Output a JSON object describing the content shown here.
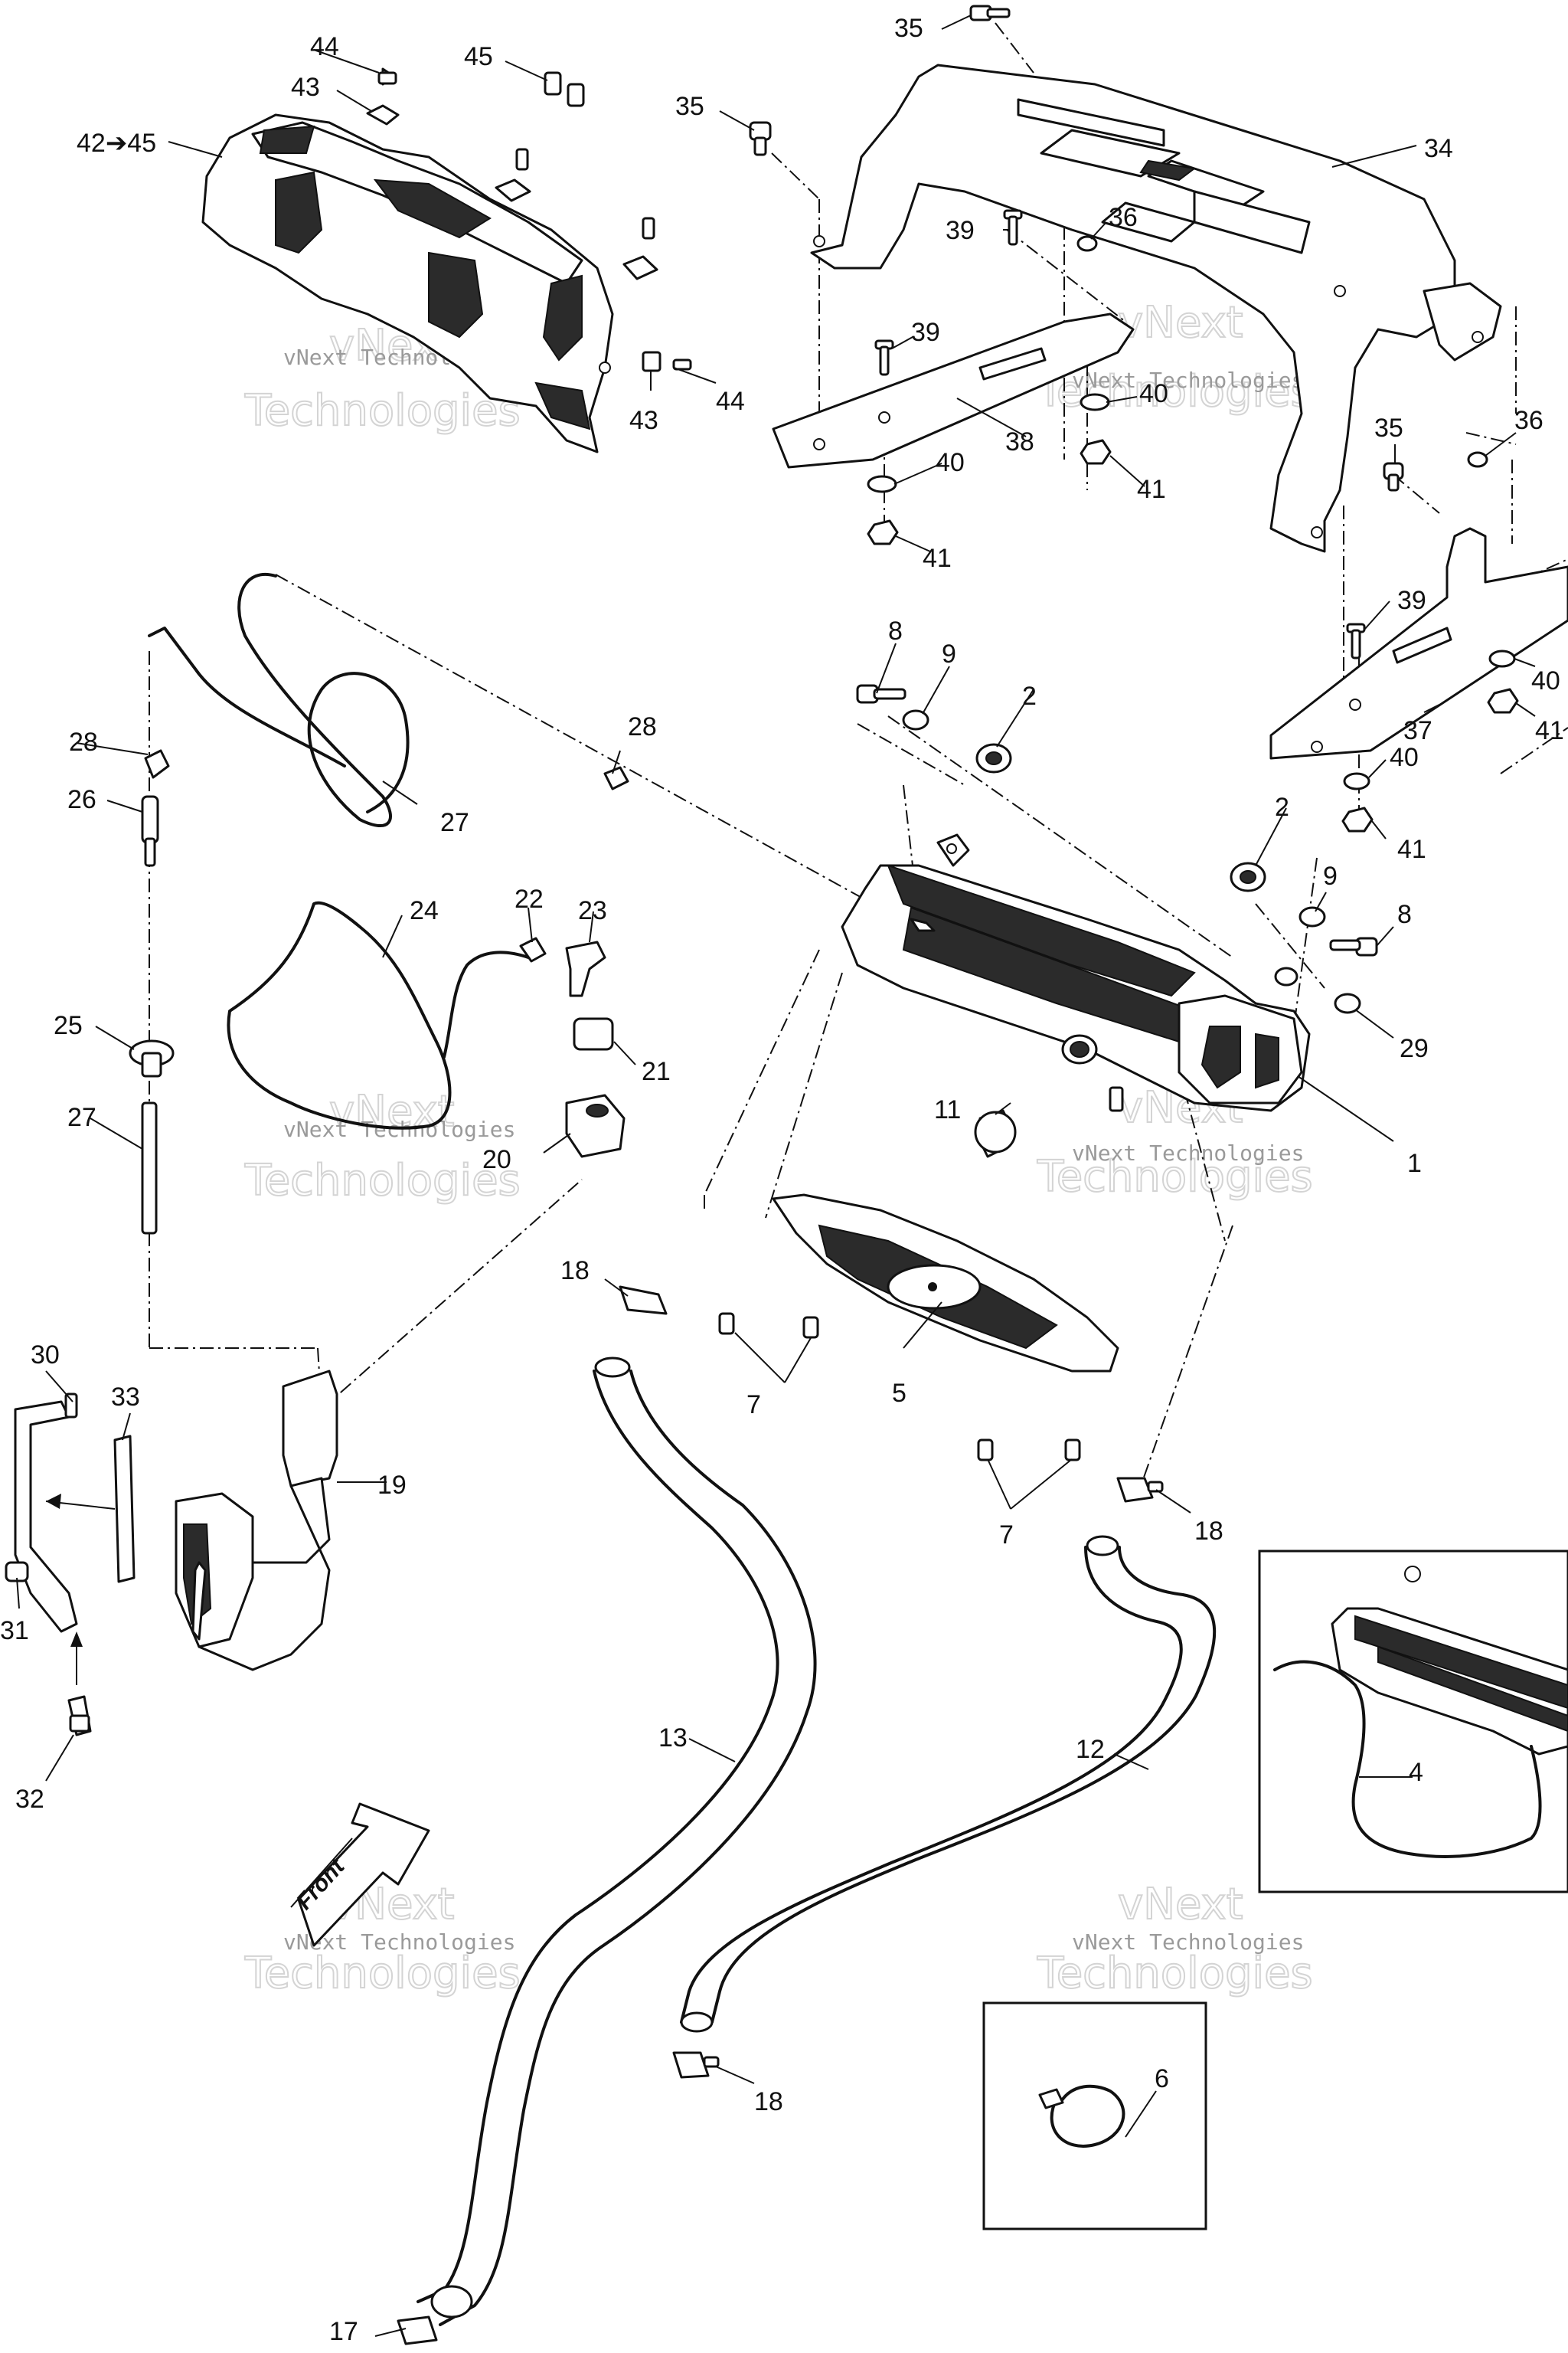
{
  "callouts": [
    "1",
    "2",
    "4",
    "5",
    "6",
    "7",
    "8",
    "9",
    "11",
    "12",
    "13",
    "17",
    "18",
    "19",
    "20",
    "21",
    "22",
    "23",
    "24",
    "25",
    "26",
    "27",
    "28",
    "29",
    "30",
    "31",
    "32",
    "33",
    "34",
    "35",
    "36",
    "37",
    "38",
    "39",
    "40",
    "41",
    "42➔45",
    "43",
    "44",
    "45"
  ],
  "watermark": {
    "brand": "vNext",
    "subtitle": "Technologies",
    "combined": "vNext Technologies"
  },
  "direction_arrow": {
    "label": "Front"
  }
}
